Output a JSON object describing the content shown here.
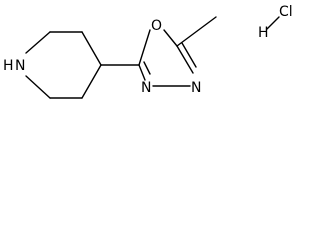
{
  "molecule": {
    "atoms": {
      "piperidine_nitrogen": "N",
      "h_on_nitrogen": "H",
      "oxadiazole_oxygen": "O",
      "oxadiazole_n1": "N",
      "oxadiazole_n2": "N",
      "salt_h": "H",
      "salt_cl": "Cl"
    }
  }
}
